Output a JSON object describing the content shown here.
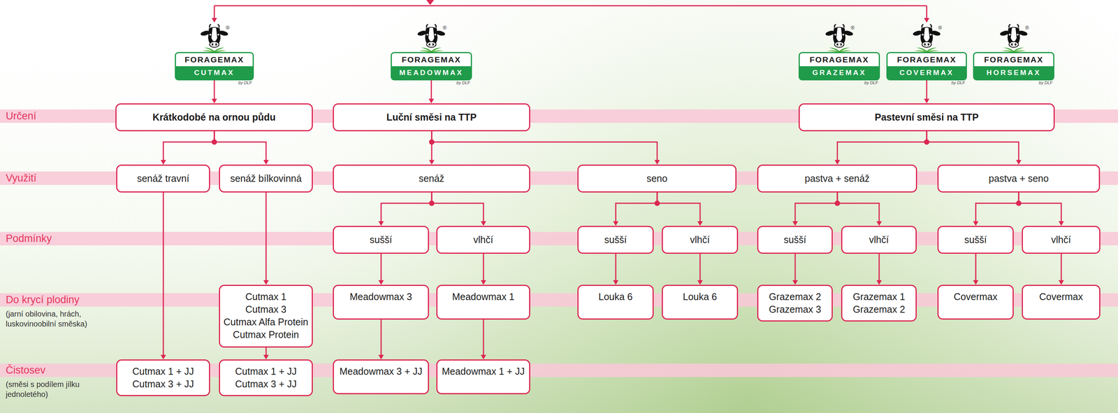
{
  "diagram": {
    "nodes": [
      {
        "text": [
          "®",
          "FORAGEMAX",
          "CUTMAX",
          "by DLF"
        ]
      },
      {
        "text": [
          "®",
          "FORAGEMAX",
          "MEADOWMAX",
          "by DLF"
        ]
      },
      {
        "text": [
          "®",
          "FORAGEMAX",
          "GRAZEMAX",
          "by DLF"
        ]
      },
      {
        "text": [
          "®",
          "FORAGEMAX",
          "COVERMAX",
          "by DLF"
        ]
      },
      {
        "text": [
          "®",
          "FORAGEMAX",
          "HORSEMAX",
          "by DLF"
        ]
      },
      {
        "text": [
          "Určení"
        ]
      },
      {
        "text": [
          "Krátkodobé na ornou půdu"
        ]
      },
      {
        "text": [
          "Luční směsi na TTP"
        ]
      },
      {
        "text": [
          "Pastevní směsi na TTP"
        ]
      },
      {
        "text": [
          "Využití"
        ]
      },
      {
        "text": [
          "senáž travní"
        ]
      },
      {
        "text": [
          "senáž bílkovinná"
        ]
      },
      {
        "text": [
          "senáž"
        ]
      },
      {
        "text": [
          "seno"
        ]
      },
      {
        "text": [
          "pastva + senáž"
        ]
      },
      {
        "text": [
          "pastva + seno"
        ]
      },
      {
        "text": [
          "Podmínky"
        ]
      },
      {
        "text": [
          "sušší"
        ]
      },
      {
        "text": [
          "vlhčí"
        ]
      },
      {
        "text": [
          "sušší"
        ]
      },
      {
        "text": [
          "vlhčí"
        ]
      },
      {
        "text": [
          "sušší"
        ]
      },
      {
        "text": [
          "vlhčí"
        ]
      },
      {
        "text": [
          "sušší"
        ]
      },
      {
        "text": [
          "vlhčí"
        ]
      },
      {
        "text": [
          "Do krycí plodiny",
          "(jarní obilovina, hrách, luskovinoobilní směska)"
        ]
      },
      {
        "text": [
          "Cutmax 1",
          "Cutmax 3",
          "Cutmax Alfa Protein",
          "Cutmax Protein"
        ]
      },
      {
        "text": [
          "Meadowmax 3"
        ]
      },
      {
        "text": [
          "Meadowmax 1"
        ]
      },
      {
        "text": [
          "Louka 6"
        ]
      },
      {
        "text": [
          "Louka 6"
        ]
      },
      {
        "text": [
          "Grazemax 2",
          "Grazemax 3"
        ]
      },
      {
        "text": [
          "Grazemax 1",
          "Grazemax 2"
        ]
      },
      {
        "text": [
          "Covermax"
        ]
      },
      {
        "text": [
          "Covermax"
        ]
      },
      {
        "text": [
          "Čistosev",
          "(směsi s podílem jílku jednoletého)"
        ]
      },
      {
        "text": [
          "Cutmax 1 + JJ",
          "Cutmax 3 + JJ"
        ]
      },
      {
        "text": [
          "Cutmax 1 + JJ",
          "Cutmax 3 + JJ"
        ]
      },
      {
        "text": [
          "Meadowmax 3 + JJ"
        ]
      },
      {
        "text": [
          "Meadowmax 1 + JJ"
        ]
      }
    ],
    "edges": [
      {
        "from": 0,
        "to": 6,
        "arrow": "to"
      },
      {
        "from": 1,
        "to": 7,
        "arrow": "to"
      },
      {
        "from": 3,
        "to": 8,
        "arrow": "to"
      },
      {
        "from": 6,
        "to": 10,
        "arrow": "to"
      },
      {
        "from": 6,
        "to": 11,
        "arrow": "to"
      },
      {
        "from": 7,
        "to": 12,
        "arrow": "to"
      },
      {
        "from": 7,
        "to": 13,
        "arrow": "to"
      },
      {
        "from": 8,
        "to": 14,
        "arrow": "to"
      },
      {
        "from": 8,
        "to": 15,
        "arrow": "to"
      },
      {
        "from": 12,
        "to": 17,
        "arrow": "to"
      },
      {
        "from": 12,
        "to": 18,
        "arrow": "to"
      },
      {
        "from": 13,
        "to": 19,
        "arrow": "to"
      },
      {
        "from": 13,
        "to": 20,
        "arrow": "to"
      },
      {
        "from": 14,
        "to": 21,
        "arrow": "to"
      },
      {
        "from": 14,
        "to": 22,
        "arrow": "to"
      },
      {
        "from": 15,
        "to": 23,
        "arrow": "to"
      },
      {
        "from": 15,
        "to": 24,
        "arrow": "to"
      },
      {
        "from": 17,
        "to": 27,
        "arrow": "to"
      },
      {
        "from": 18,
        "to": 28,
        "arrow": "to"
      },
      {
        "from": 19,
        "to": 29,
        "arrow": "to"
      },
      {
        "from": 20,
        "to": 30,
        "arrow": "to"
      },
      {
        "from": 21,
        "to": 31,
        "arrow": "to"
      },
      {
        "from": 22,
        "to": 32,
        "arrow": "to"
      },
      {
        "from": 23,
        "to": 33,
        "arrow": "to"
      },
      {
        "from": 24,
        "to": 34,
        "arrow": "to"
      },
      {
        "from": 10,
        "to": 36,
        "arrow": "to"
      },
      {
        "from": 11,
        "to": 26,
        "arrow": "to"
      },
      {
        "from": 26,
        "to": 37,
        "arrow": "to"
      },
      {
        "from": 27,
        "to": 38,
        "arrow": "to"
      },
      {
        "from": 28,
        "to": 39,
        "arrow": "to"
      }
    ]
  }
}
